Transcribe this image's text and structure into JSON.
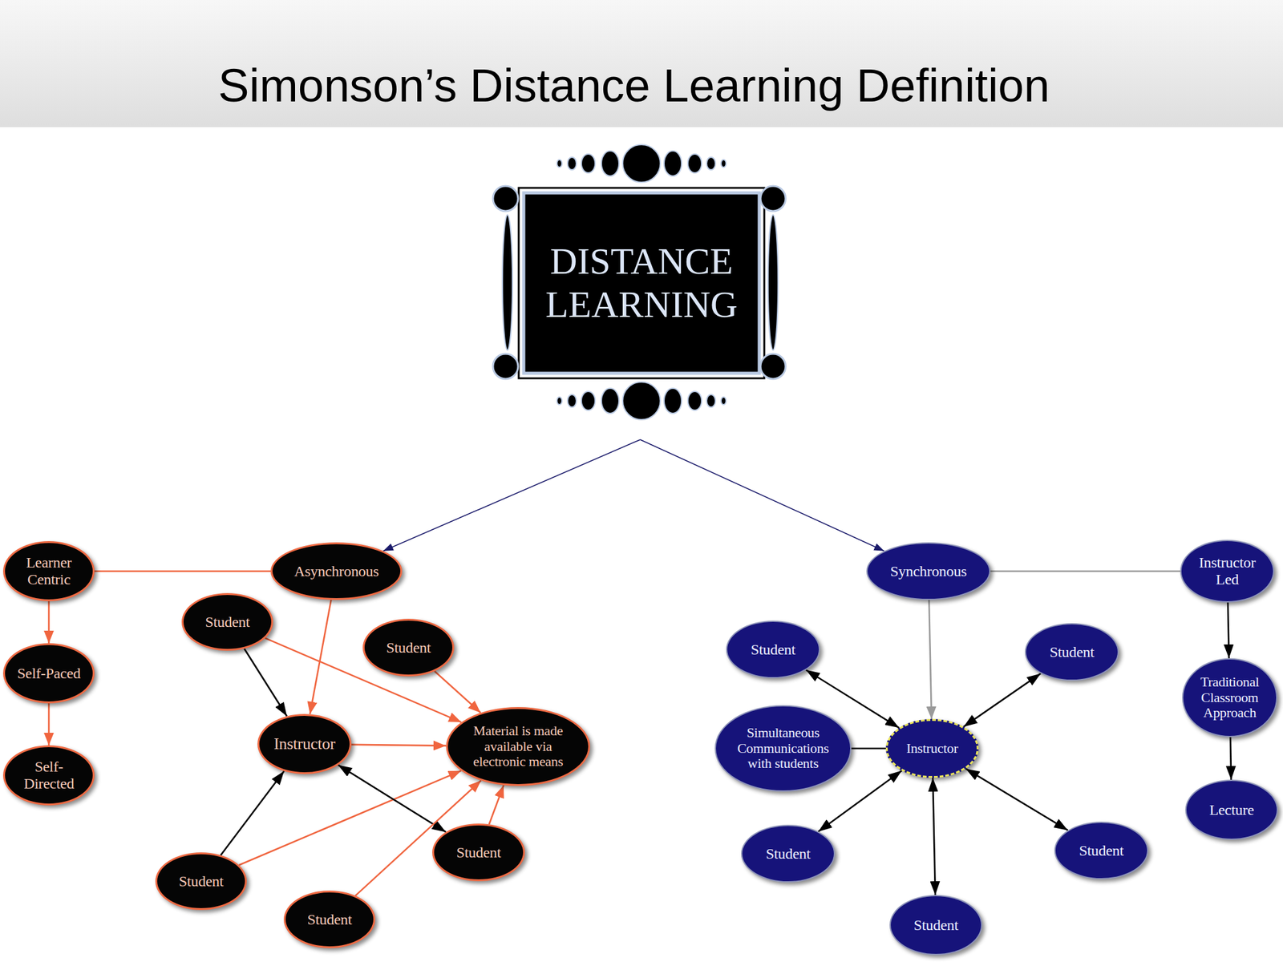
{
  "diagram": {
    "title": "Simonson’s Distance Learning Definition",
    "nodes": [
      {
        "text": [
          "DISTANCE LEARNING"
        ]
      },
      {
        "text": [
          "Learner Centric"
        ]
      },
      {
        "text": [
          "Asynchronous"
        ]
      },
      {
        "text": [
          "Synchronous"
        ]
      },
      {
        "text": [
          "Instructor Led"
        ]
      },
      {
        "text": [
          "Student"
        ]
      },
      {
        "text": [
          "Student"
        ]
      },
      {
        "text": [
          "Student"
        ]
      },
      {
        "text": [
          "Student"
        ]
      },
      {
        "text": [
          "Self-Paced"
        ]
      },
      {
        "text": [
          "Traditional Classroom Approach"
        ]
      },
      {
        "text": [
          "Instructor"
        ]
      },
      {
        "text": [
          "Material is made available via electronic means"
        ]
      },
      {
        "text": [
          "Simultaneous Communications with students"
        ]
      },
      {
        "text": [
          "Instructor"
        ]
      },
      {
        "text": [
          "Self-Directed"
        ]
      },
      {
        "text": [
          "Lecture"
        ]
      },
      {
        "text": [
          "Student"
        ]
      },
      {
        "text": [
          "Student"
        ]
      },
      {
        "text": [
          "Student"
        ]
      },
      {
        "text": [
          "Student"
        ]
      },
      {
        "text": [
          "Student"
        ]
      },
      {
        "text": [
          "Student"
        ]
      }
    ],
    "edges": [
      {
        "from": 0,
        "to": 2,
        "arrow": "to"
      },
      {
        "from": 0,
        "to": 3,
        "arrow": "to"
      },
      {
        "from": 2,
        "to": 1,
        "arrow": "none"
      },
      {
        "from": 1,
        "to": 9,
        "arrow": "to"
      },
      {
        "from": 9,
        "to": 15,
        "arrow": "to"
      },
      {
        "from": 2,
        "to": 11,
        "arrow": "to"
      },
      {
        "from": 5,
        "to": 11,
        "arrow": "to"
      },
      {
        "from": 5,
        "to": 12,
        "arrow": "to"
      },
      {
        "from": 6,
        "to": 12,
        "arrow": "to"
      },
      {
        "from": 11,
        "to": 12,
        "arrow": "to"
      },
      {
        "from": 20,
        "to": 11,
        "arrow": "to"
      },
      {
        "from": 20,
        "to": 12,
        "arrow": "to"
      },
      {
        "from": 11,
        "to": 17,
        "arrow": "both"
      },
      {
        "from": 17,
        "to": 12,
        "arrow": "to"
      },
      {
        "from": 21,
        "to": 12,
        "arrow": "to"
      },
      {
        "from": 3,
        "to": 4,
        "arrow": "none"
      },
      {
        "from": 3,
        "to": 14,
        "arrow": "to"
      },
      {
        "from": 4,
        "to": 10,
        "arrow": "to"
      },
      {
        "from": 10,
        "to": 16,
        "arrow": "to"
      },
      {
        "from": 7,
        "to": 14,
        "arrow": "both"
      },
      {
        "from": 8,
        "to": 14,
        "arrow": "both"
      },
      {
        "from": 13,
        "to": 14,
        "arrow": "none"
      },
      {
        "from": 18,
        "to": 14,
        "arrow": "both"
      },
      {
        "from": 19,
        "to": 14,
        "arrow": "both"
      },
      {
        "from": 22,
        "to": 14,
        "arrow": "both"
      }
    ]
  }
}
